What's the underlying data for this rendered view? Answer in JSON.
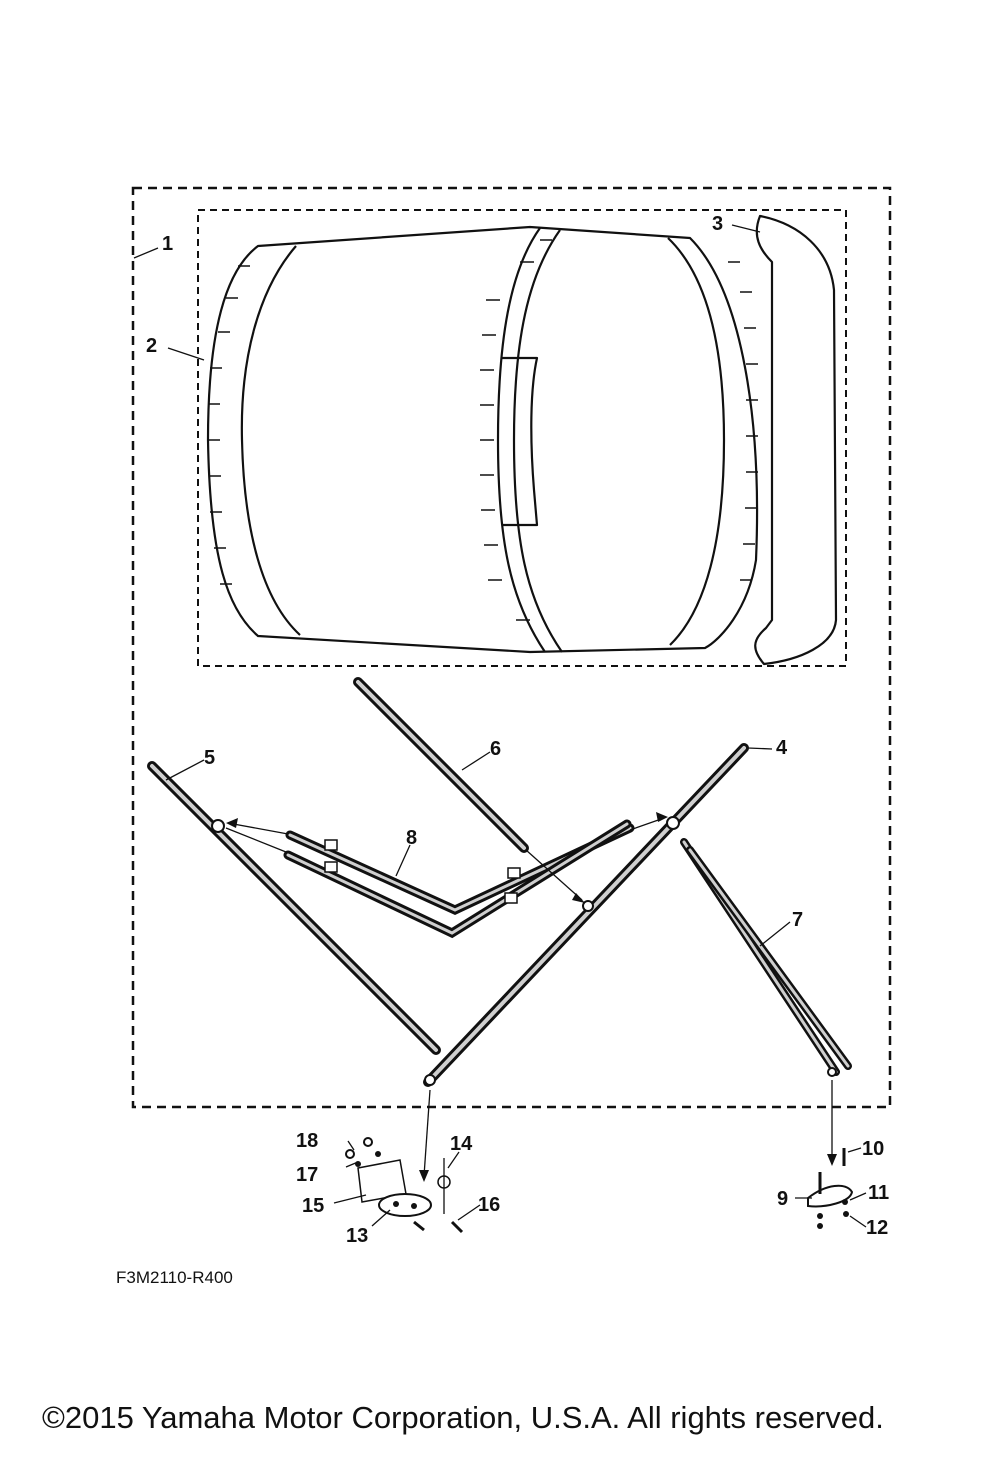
{
  "labels": {
    "p1": "1",
    "p2": "2",
    "p3": "3",
    "p4": "4",
    "p5": "5",
    "p6": "6",
    "p7": "7",
    "p8": "8",
    "p9": "9",
    "p10": "10",
    "p11": "11",
    "p12": "12",
    "p13": "13",
    "p14": "14",
    "p15": "15",
    "p16": "16",
    "p17": "17",
    "p18": "18"
  },
  "reference_code": "F3M2110-R400",
  "copyright": "©2015 Yamaha Motor Corporation, U.S.A. All rights reserved.",
  "colors": {
    "line": "#111111",
    "background": "#ffffff"
  }
}
